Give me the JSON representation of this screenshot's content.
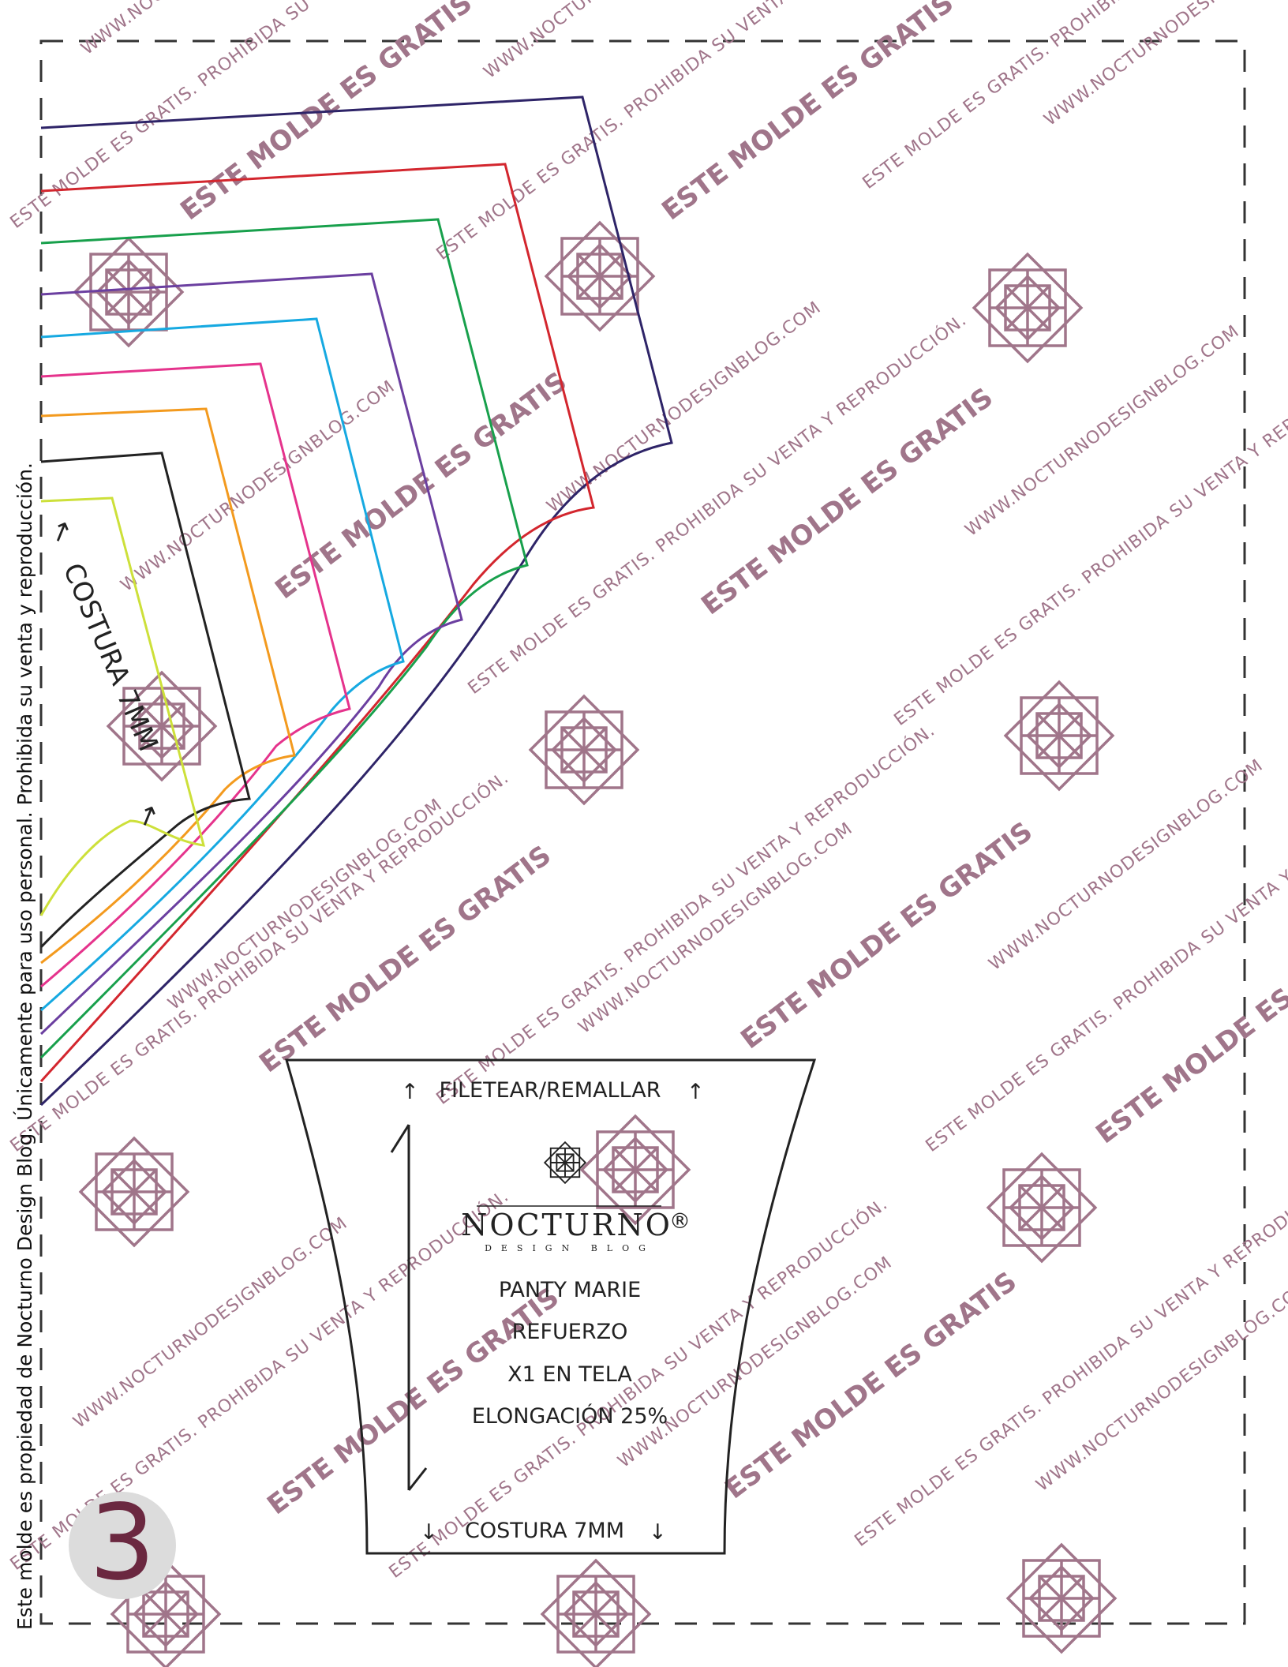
{
  "watermarks": {
    "big": "ESTE MOLDE ES GRATIS",
    "small_a": "ESTE MOLDE ES GRATIS. PROHIBIDA SU VENTA Y REPRODUCCIÓN.",
    "small_b": "WWW.NOCTURNODESIGNBLOG.COM",
    "color": "#a0758a",
    "ornament_icon": "geometric-star-ornament-icon"
  },
  "side_costura_label": "COSTURA 7MM",
  "piece": {
    "top_label": "FILETEAR/REMALLAR",
    "brand_name": "NOCTURNO",
    "brand_registered": "®",
    "brand_sub": "DESIGN BLOG",
    "lines": [
      "PANTY MARIE",
      "REFUERZO",
      "X1 EN TELA",
      "ELONGACIÓN 25%"
    ],
    "bottom_label": "COSTURA 7MM"
  },
  "footer_note": "Este molde es propiedad de Nocturno Design Blog. Únicamente para uso personal. Prohibida su venta y reproducción.",
  "page_number": "3",
  "size_line_colors": [
    "#2e2468",
    "#d3262e",
    "#18a04c",
    "#6b3fa0",
    "#16a9e1",
    "#e5338c",
    "#f39a1e",
    "#222222",
    "#cde03a"
  ]
}
